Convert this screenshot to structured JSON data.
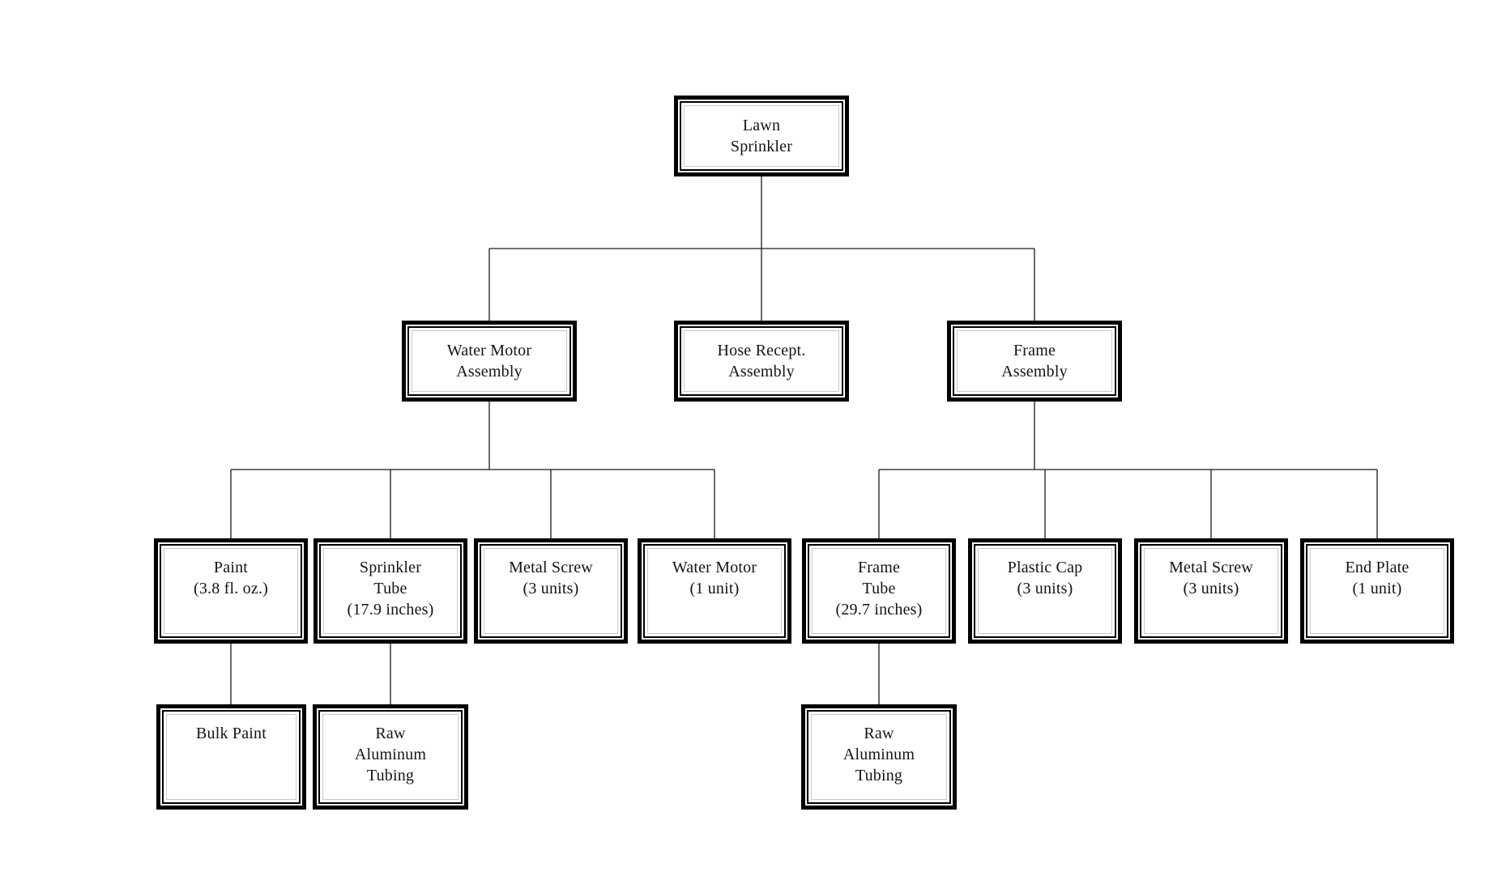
{
  "diagram": {
    "kind": "product-structure-tree",
    "root": "lawn_sprinkler",
    "line_color": "#1a1a1a",
    "box_border_color": "#000000",
    "background_color": "#ffffff",
    "nodes": {
      "lawn_sprinkler": {
        "label": "Lawn\nSprinkler",
        "parent": null
      },
      "water_motor_assembly": {
        "label": "Water Motor\nAssembly",
        "parent": "lawn_sprinkler"
      },
      "hose_recept_assembly": {
        "label": "Hose Recept.\nAssembly",
        "parent": "lawn_sprinkler"
      },
      "frame_assembly": {
        "label": "Frame\nAssembly",
        "parent": "lawn_sprinkler"
      },
      "paint": {
        "label": "Paint\n(3.8 fl. oz.)",
        "parent": "water_motor_assembly"
      },
      "sprinkler_tube": {
        "label": "Sprinkler\nTube\n(17.9 inches)",
        "parent": "water_motor_assembly"
      },
      "metal_screw_wma": {
        "label": "Metal Screw\n(3 units)",
        "parent": "water_motor_assembly"
      },
      "water_motor": {
        "label": "Water Motor\n(1 unit)",
        "parent": "water_motor_assembly"
      },
      "frame_tube": {
        "label": "Frame\nTube\n(29.7 inches)",
        "parent": "frame_assembly"
      },
      "plastic_cap": {
        "label": "Plastic Cap\n(3 units)",
        "parent": "frame_assembly"
      },
      "metal_screw_fa": {
        "label": "Metal Screw\n(3 units)",
        "parent": "frame_assembly"
      },
      "end_plate": {
        "label": "End Plate\n(1 unit)",
        "parent": "frame_assembly"
      },
      "bulk_paint": {
        "label": "Bulk Paint",
        "parent": "paint"
      },
      "raw_aluminum_tubing_sprinkler": {
        "label": "Raw\nAluminum\nTubing",
        "parent": "sprinkler_tube"
      },
      "raw_aluminum_tubing_frame": {
        "label": "Raw\nAluminum\nTubing",
        "parent": "frame_tube"
      }
    }
  }
}
